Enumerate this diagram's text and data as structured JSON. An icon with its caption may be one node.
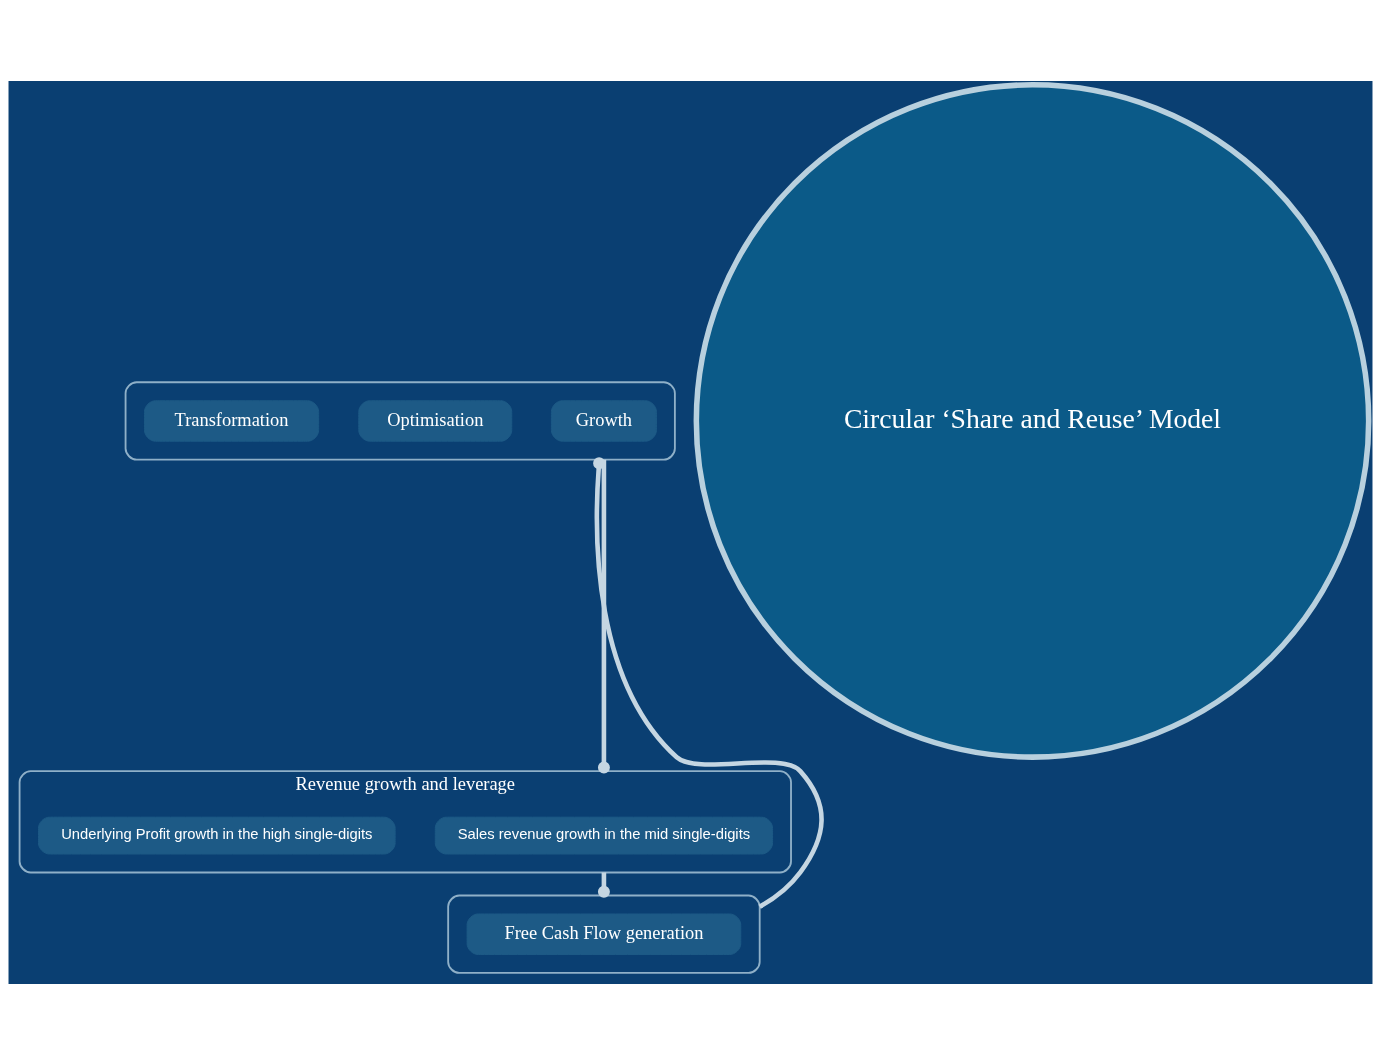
{
  "diagram": {
    "nodes": [
      {
        "text": [
          "Revenue growth and leverage"
        ]
      },
      {
        "text": [
          "Sales revenue growth in the mid single-digits"
        ],
        "in": 0
      },
      {
        "text": [
          "Underlying Profit growth in the high single-digits"
        ],
        "in": 0
      },
      {
        "text": [],
        "shape": "box"
      },
      {
        "text": [
          "Growth"
        ],
        "in": 3
      },
      {
        "text": [
          "Optimisation"
        ],
        "in": 3
      },
      {
        "text": [
          "Transformation"
        ],
        "in": 3
      },
      {
        "text": [
          "Circular ‘Share and Reuse’ Model"
        ]
      },
      {
        "text": [],
        "shape": "box"
      },
      {
        "text": [
          "Free Cash Flow generation"
        ],
        "in": 8
      }
    ],
    "edges": [
      {
        "from": 3,
        "to": 0,
        "arrow": "other"
      },
      {
        "from": 0,
        "to": 8,
        "arrow": "other"
      },
      {
        "from": 8,
        "to": 3,
        "arrow": "other"
      }
    ]
  }
}
